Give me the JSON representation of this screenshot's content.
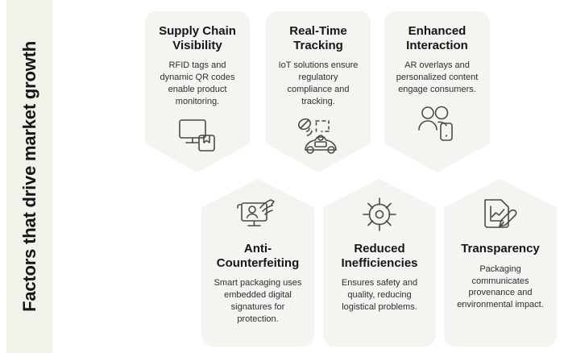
{
  "sidebar": {
    "title": "Factors that drive market growth"
  },
  "colors": {
    "page_background": "#ffffff",
    "sidebar_background": "#f2f1ea",
    "card_background": "#f4f4f0",
    "title_text": "#16161a",
    "body_text": "#2e2e33",
    "icon_stroke": "#4a4a4a"
  },
  "cards": [
    {
      "id": "supply-chain-visibility",
      "row": "top",
      "title": "Supply Chain Visibility",
      "description": "RFID tags and dynamic QR codes enable product monitoring.",
      "icon": "monitor-and-package-icon"
    },
    {
      "id": "real-time-tracking",
      "row": "top",
      "title": "Real-Time Tracking",
      "description": "IoT solutions ensure regulatory compliance and tracking.",
      "icon": "satellite-signal-and-car-icon"
    },
    {
      "id": "enhanced-interaction",
      "row": "top",
      "title": "Enhanced Interaction",
      "description": "AR overlays and personalized content engage consumers.",
      "icon": "two-people-and-phone-icon"
    },
    {
      "id": "anti-counterfeiting",
      "row": "bottom",
      "title": "Anti-Counterfeiting",
      "description": "Smart packaging uses embedded digital signatures for protection.",
      "icon": "monitor-identity-scan-icon"
    },
    {
      "id": "reduced-inefficiencies",
      "row": "bottom",
      "title": "Reduced Inefficiencies",
      "description": "Ensures safety and quality, reducing logistical problems.",
      "icon": "gear-sun-burst-icon"
    },
    {
      "id": "transparency",
      "row": "bottom",
      "title": "Transparency",
      "description": "Packaging communicates provenance and environmental impact.",
      "icon": "document-chart-and-pen-icon"
    }
  ]
}
